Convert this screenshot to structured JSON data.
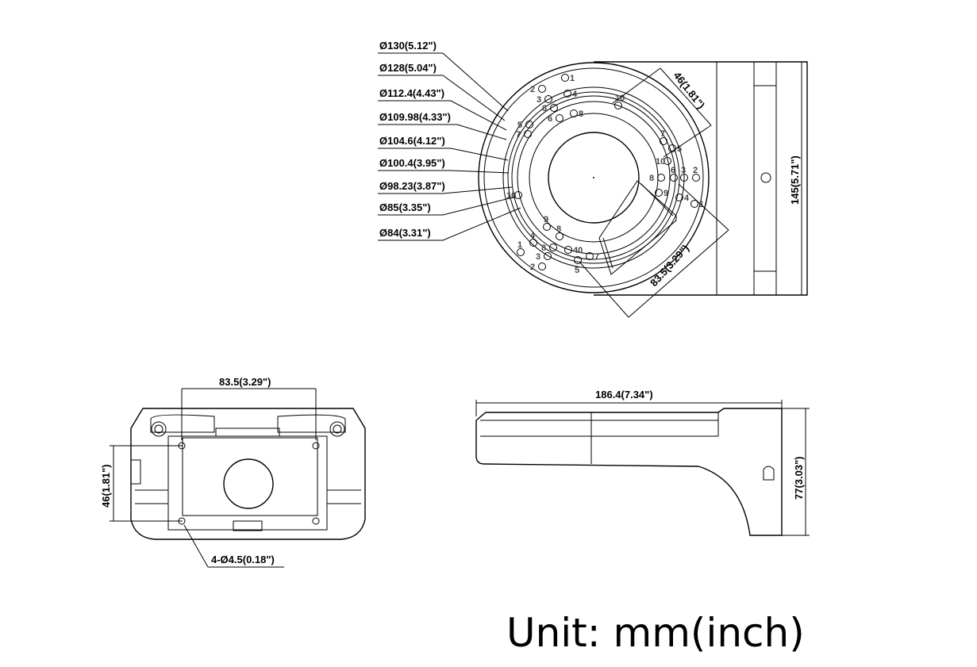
{
  "top_view": {
    "diameter_labels": [
      "Ø130(5.12\")",
      "Ø128(5.04\")",
      "Ø112.4(4.43\")",
      "Ø109.98(4.33\")",
      "Ø104.6(4.12\")",
      "Ø100.4(3.95\")",
      "Ø98.23(3.87\")",
      "Ø85(3.35\")",
      "Ø84(3.31\")"
    ],
    "dim_46": "46(1.81\")",
    "dim_83_5": "83.5(3.29\")",
    "dim_145": "145(5.71\")",
    "hole_labels": [
      "1",
      "2",
      "3",
      "4",
      "6",
      "6",
      "8",
      "5",
      "7",
      "10",
      "7",
      "5",
      "10",
      "8",
      "6",
      "3",
      "2",
      "9",
      "4",
      "1",
      "10",
      "9",
      "8",
      "40",
      "4",
      "8",
      "1",
      "3",
      "2",
      "5",
      "7"
    ]
  },
  "back_view": {
    "dim_83_5": "83.5(3.29\")",
    "dim_46": "46(1.81\")",
    "dim_holes": "4-Ø4.5(0.18\")"
  },
  "side_view": {
    "dim_186_4": "186.4(7.34\")",
    "dim_77": "77(3.03\")"
  },
  "unit_label": "Unit: mm(inch)"
}
